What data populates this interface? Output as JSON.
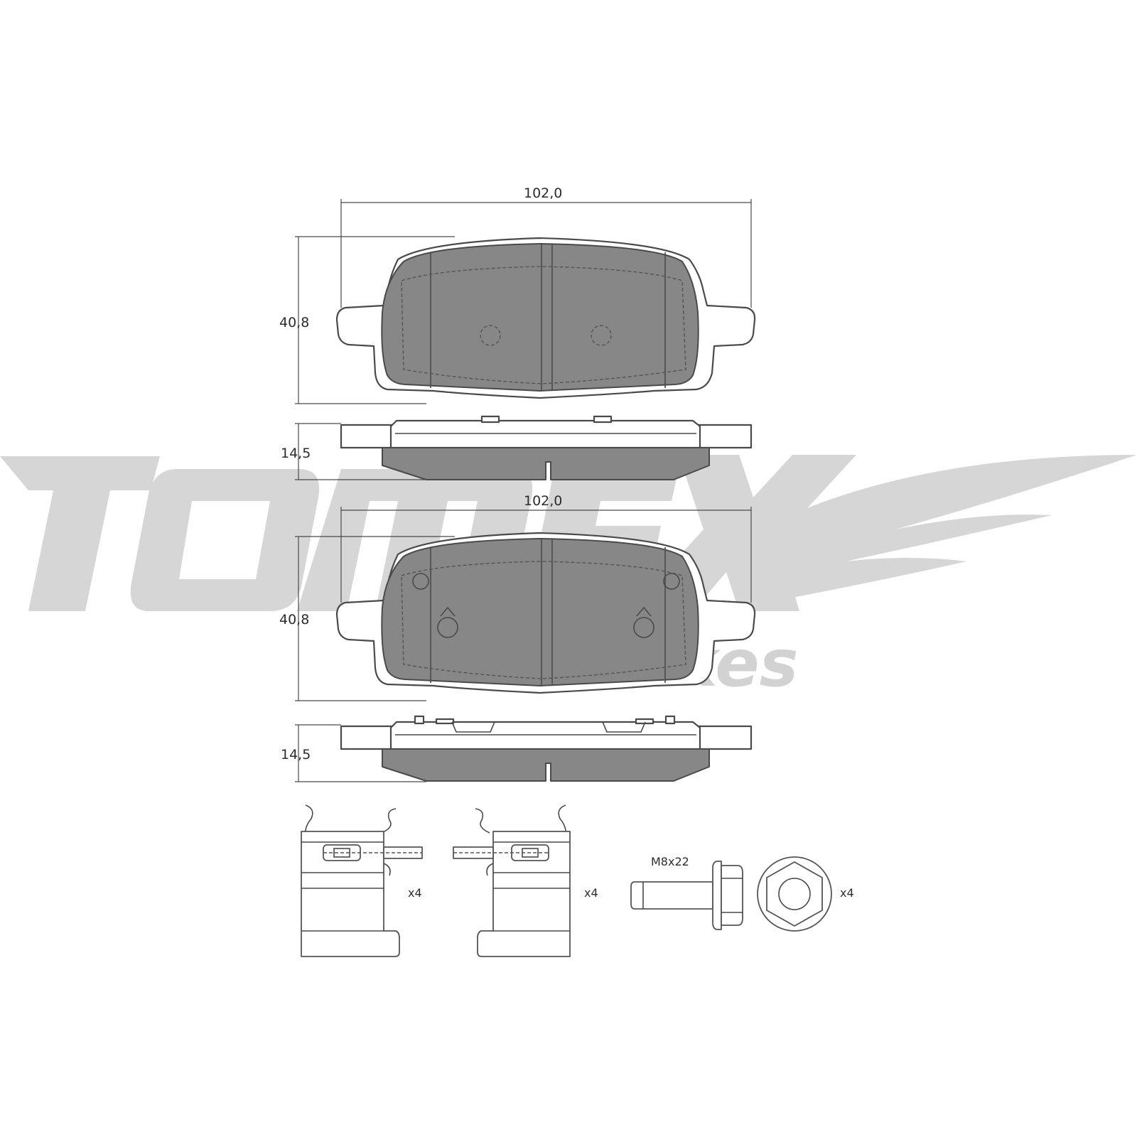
{
  "dimensions": {
    "top_pad_width": "102,0",
    "top_pad_height": "40,8",
    "top_pad_thickness": "14,5",
    "bottom_pad_width": "102,0",
    "bottom_pad_height": "40,8",
    "bottom_pad_thickness": "14,5"
  },
  "hardware": {
    "clip_left_qty": "x4",
    "clip_right_qty": "x4",
    "bolt_size": "M8x22",
    "bolt_qty": "x4"
  },
  "watermark": {
    "brand_sub": "brakes"
  },
  "colors": {
    "friction_material": "#878787",
    "line": "#4a4a4a",
    "watermark": "#d6d6d6"
  }
}
